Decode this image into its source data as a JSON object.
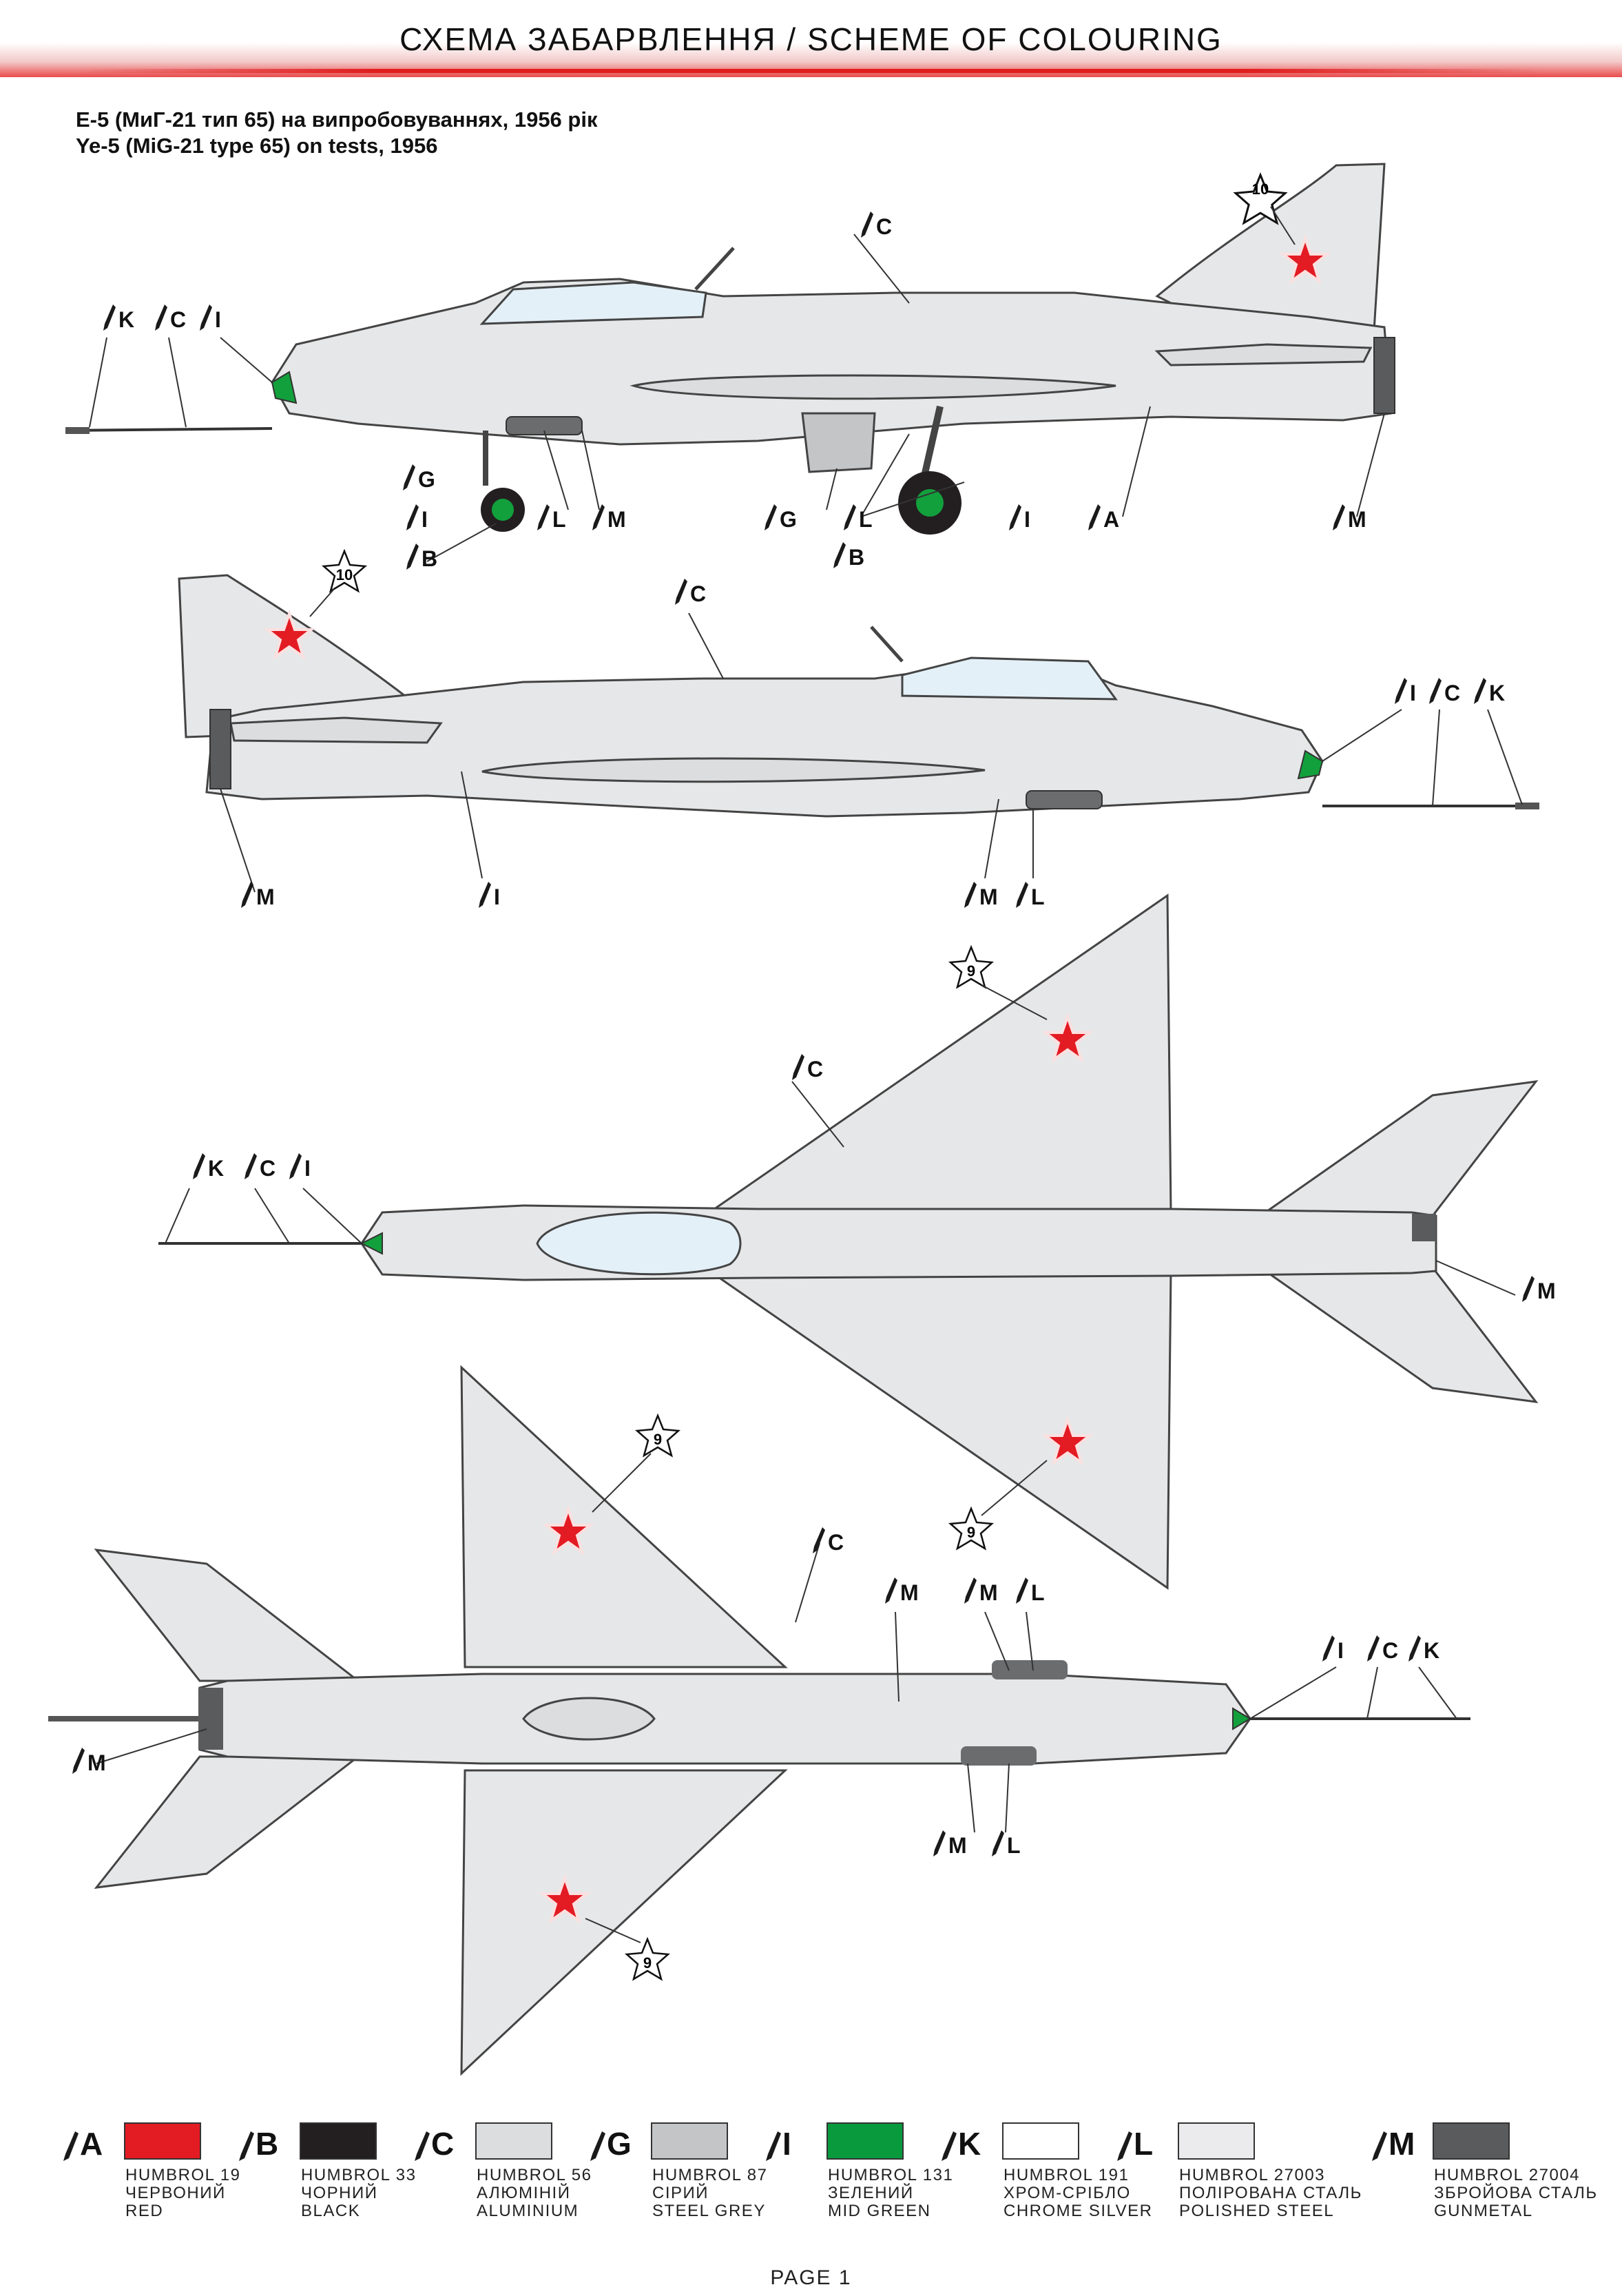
{
  "header": {
    "title": "СХЕМА ЗАБАРВЛЕННЯ / SCHEME OF COLOURING",
    "subtitle_ua": "Е-5 (МиГ-21 тип 65) на випробовуваннях, 1956 рік",
    "subtitle_en": "Ye-5 (MiG-21 type 65) on tests, 1956"
  },
  "markings": {
    "star_color": "#e31b23",
    "nose_color": "#12a03c",
    "body_color": "#e6e7e8",
    "star_number_side": "10",
    "star_number_plan": "9"
  },
  "callouts": {
    "A": "A",
    "B": "B",
    "C": "C",
    "G": "G",
    "I": "I",
    "K": "K",
    "L": "L",
    "M": "M"
  },
  "legend": [
    {
      "letter": "A",
      "color": "#e31b23",
      "line1": "HUMBROL 19",
      "line2": "ЧЕРВОНИЙ",
      "line3": "RED"
    },
    {
      "letter": "B",
      "color": "#231f20",
      "line1": "HUMBROL 33",
      "line2": "ЧОРНИЙ",
      "line3": "BLACK"
    },
    {
      "letter": "C",
      "color": "#dcdddf",
      "line1": "HUMBROL 56",
      "line2": "АЛЮМІНІЙ",
      "line3": "ALUMINIUM"
    },
    {
      "letter": "G",
      "color": "#c4c5c7",
      "line1": "HUMBROL 87",
      "line2": "СІРИЙ",
      "line3": "STEEL GREY"
    },
    {
      "letter": "I",
      "color": "#0a9a3e",
      "line1": "HUMBROL 131",
      "line2": "ЗЕЛЕНИЙ",
      "line3": "MID GREEN"
    },
    {
      "letter": "K",
      "color": "#ffffff",
      "line1": "HUMBROL 191",
      "line2": "ХРОМ-СРІБЛО",
      "line3": "CHROME SILVER"
    },
    {
      "letter": "L",
      "color": "#ebebed",
      "line1": "HUMBROL 27003",
      "line2": "ПОЛІРОВАНА СТАЛЬ",
      "line3": "POLISHED STEEL"
    },
    {
      "letter": "M",
      "color": "#5a5b5d",
      "line1": "HUMBROL 27004",
      "line2": "ЗБРОЙОВА СТАЛЬ",
      "line3": "GUNMETAL"
    }
  ],
  "footer": {
    "page": "PAGE 1"
  }
}
